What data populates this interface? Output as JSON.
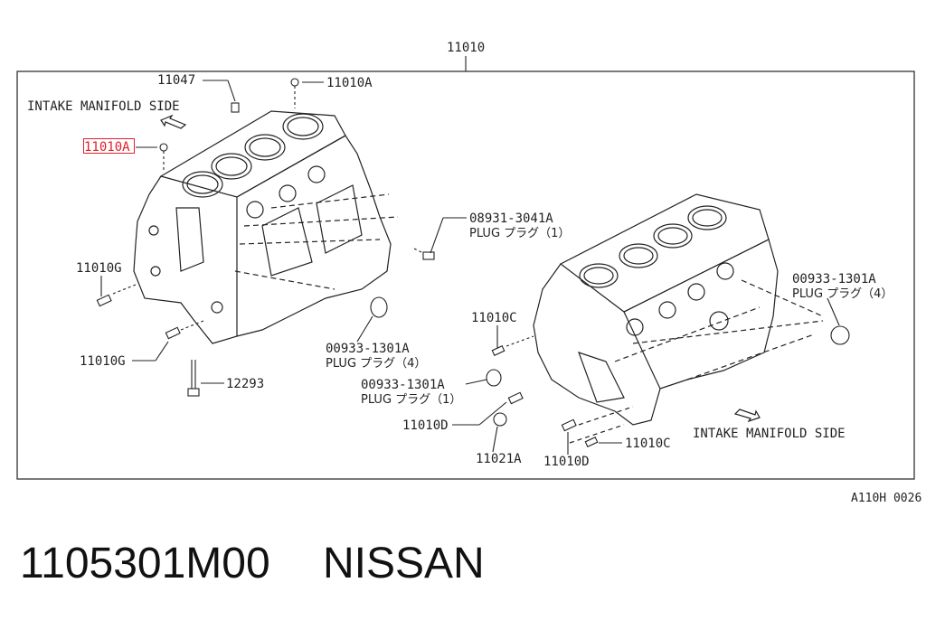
{
  "diagram": {
    "assembly_part": "11010",
    "ref_code": "A110H 0026",
    "orientation_left": "INTAKE MANIFOLD SIDE",
    "orientation_right": "INTAKE MANIFOLD SIDE",
    "highlighted_part": "11010A",
    "callouts": {
      "p11047": "11047",
      "p11010A_top": "11010A",
      "p11010A_left": "11010A",
      "p08931_num": "08931-3041A",
      "p08931_desc": "PLUG プラグ（1）",
      "p11010G_a": "11010G",
      "p11010G_b": "11010G",
      "p12293": "12293",
      "p00933_mid_num": "00933-1301A",
      "p00933_mid_desc": "PLUG プラグ（4）",
      "p00933_low_num": "00933-1301A",
      "p00933_low_desc": "PLUG プラグ（1）",
      "p00933_right_num": "00933-1301A",
      "p00933_right_desc": "PLUG プラグ（4）",
      "p11010C_a": "11010C",
      "p11010C_b": "11010C",
      "p11010D_a": "11010D",
      "p11010D_b": "11010D",
      "p11021A": "11021A"
    }
  },
  "footer": {
    "part_number": "1105301M00",
    "brand": "NISSAN"
  },
  "colors": {
    "highlight": "#e0202a",
    "line": "#222222"
  }
}
